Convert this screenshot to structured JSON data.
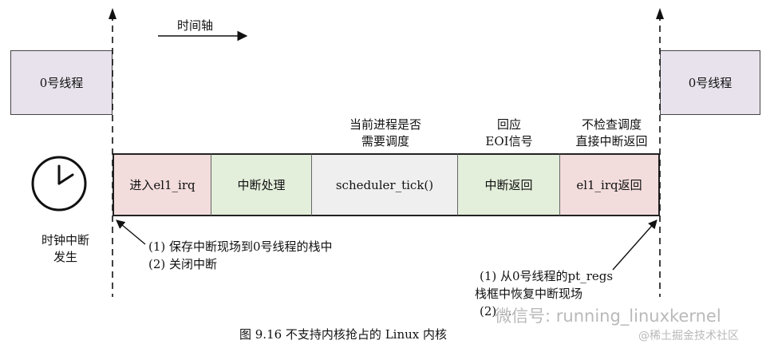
{
  "timeline": {
    "label": "时间轴"
  },
  "process_boxes": {
    "left": "0号线程",
    "right": "0号线程"
  },
  "segments": [
    {
      "label": "进入el1_irq",
      "color": "#f2dcdc"
    },
    {
      "label": "中断处理",
      "color": "#e3eedb"
    },
    {
      "label": "scheduler_tick()",
      "color": "#efefef"
    },
    {
      "label": "中断返回",
      "color": "#e3eedb"
    },
    {
      "label": "el1_irq返回",
      "color": "#f2dcdc"
    }
  ],
  "annotations": {
    "check_sched": [
      "当前进程是否",
      "需要调度"
    ],
    "ack_eoi": [
      "回应",
      "EOI信号"
    ],
    "no_check": [
      "不检查调度",
      "直接中断返回"
    ]
  },
  "clock": {
    "label": [
      "时钟中断",
      "发生"
    ]
  },
  "notes_left": [
    "(1)  保存中断现场到0号线程的栈中",
    "(2)  关闭中断"
  ],
  "notes_right": [
    "(1)  从0号线程的pt_regs",
    "栈框中恢复中断现场",
    "(2)  ..."
  ],
  "caption": "图 9.16    不支持内核抢占的 Linux 内核",
  "watermarks": {
    "wechat": "微信号: running_linuxkernel",
    "juejin": "@稀土掘金技术社区"
  },
  "colors": {
    "process_fill": "#e8e2ec",
    "line": "#222222"
  }
}
